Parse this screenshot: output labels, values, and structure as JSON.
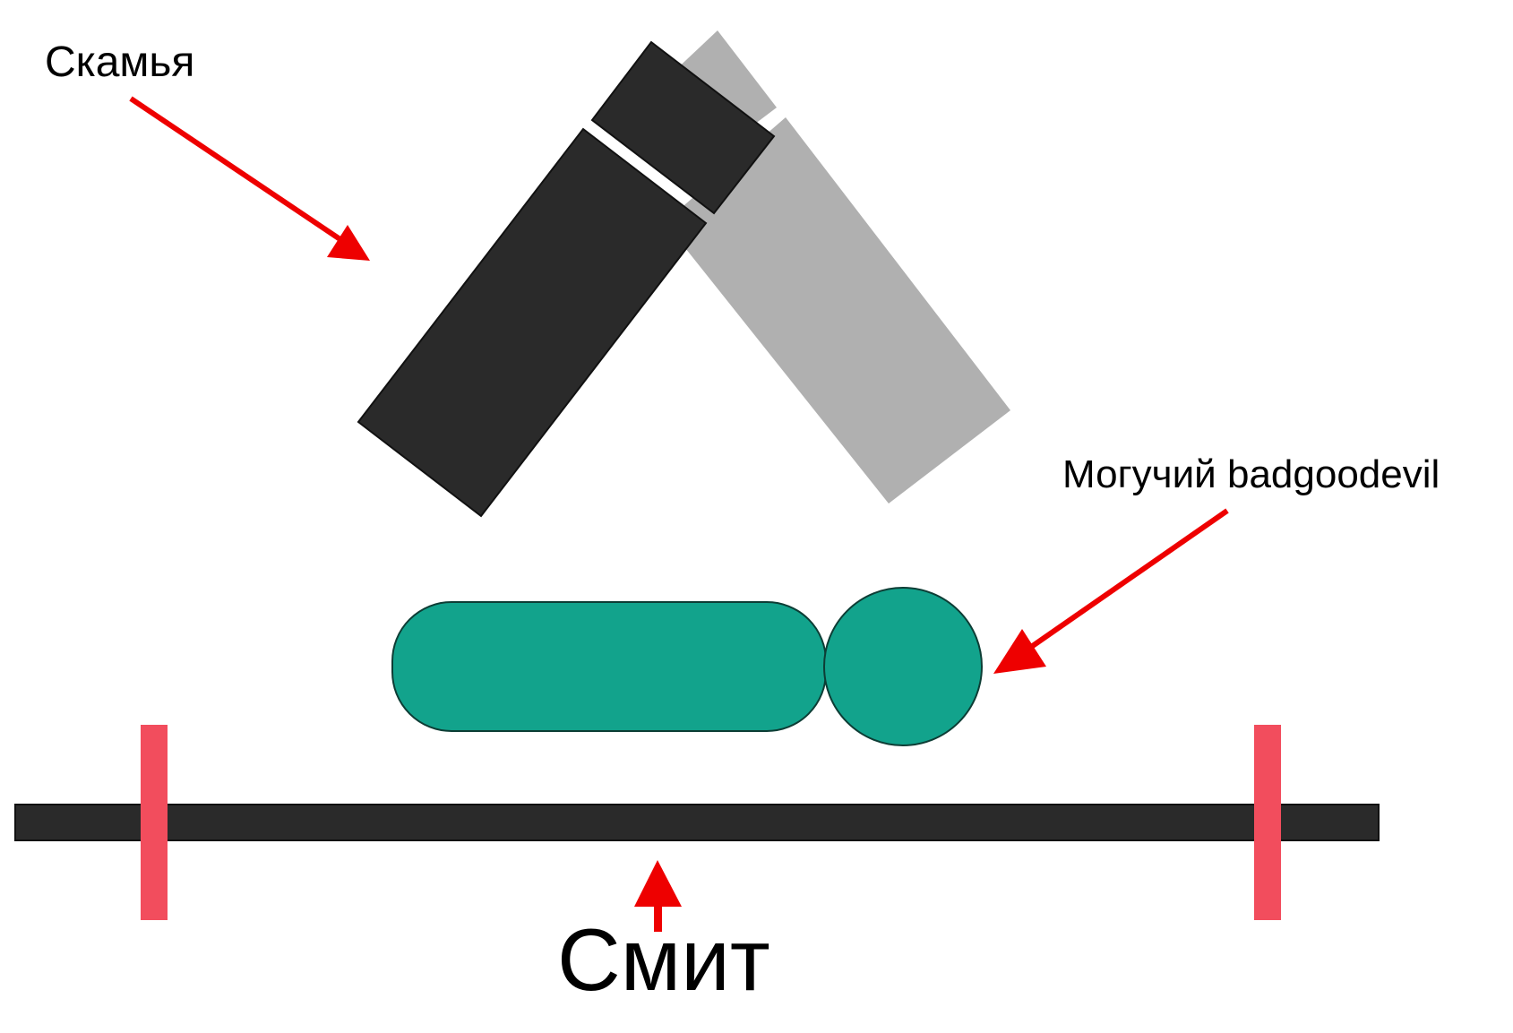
{
  "labels": {
    "bench": "Скамья",
    "person": "Могучий badgoodevil",
    "smith": "Смит"
  },
  "colors": {
    "bench_dark": "#2a2a2a",
    "bench_light": "#b0b0b0",
    "body": "#12a38c",
    "bar": "#2a2a2a",
    "plate": "#f24d5d",
    "arrow": "#ee0000"
  }
}
